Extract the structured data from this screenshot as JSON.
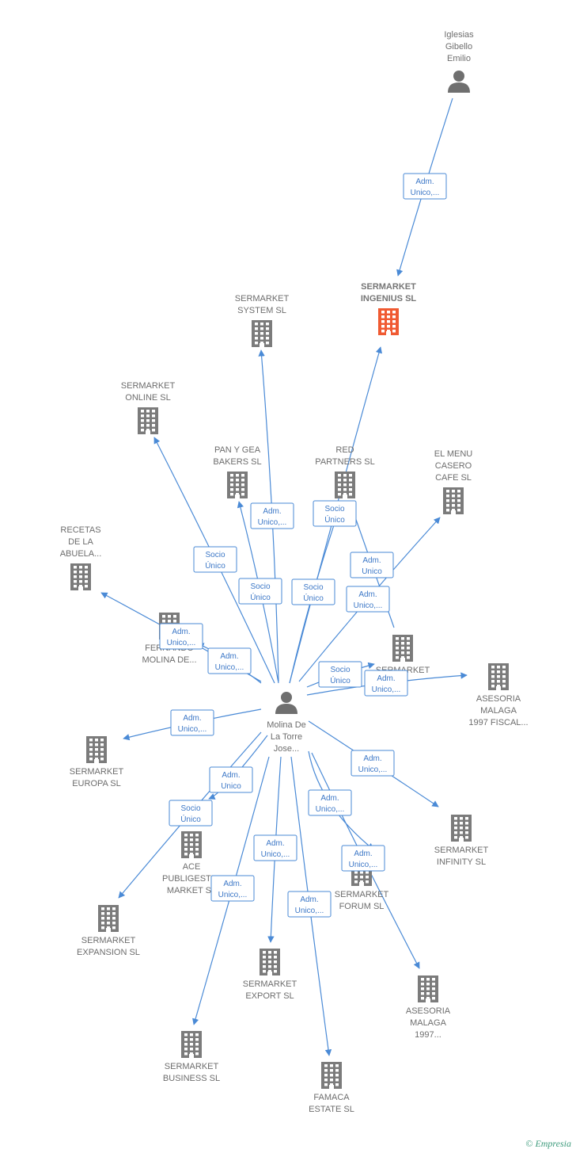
{
  "colors": {
    "edge": "#4a8ad6",
    "building": "#7b7b7b",
    "highlight": "#f05a32",
    "person": "#6f6f6f"
  },
  "nodes": [
    {
      "id": "iglesias",
      "type": "person",
      "label": [
        "Iglesias",
        "Gibello",
        "Emilio"
      ]
    },
    {
      "id": "ingenius",
      "type": "company",
      "highlight": true,
      "bold": true,
      "label": [
        "SERMARKET",
        "INGENIUS  SL"
      ]
    },
    {
      "id": "system",
      "type": "company",
      "label": [
        "SERMARKET",
        "SYSTEM  SL"
      ]
    },
    {
      "id": "online",
      "type": "company",
      "label": [
        "SERMARKET",
        "ONLINE  SL"
      ]
    },
    {
      "id": "pangea",
      "type": "company",
      "label": [
        "PAN Y GEA",
        "BAKERS  SL"
      ]
    },
    {
      "id": "red",
      "type": "company",
      "label": [
        "RED",
        "PARTNERS  SL"
      ]
    },
    {
      "id": "menu",
      "type": "company",
      "label": [
        "EL MENU",
        "CASERO",
        "CAFE  SL"
      ]
    },
    {
      "id": "recetas",
      "type": "company",
      "label": [
        "RECETAS",
        "DE LA",
        "ABUELA..."
      ]
    },
    {
      "id": "fernando",
      "type": "company",
      "label": [
        "FERNANDO",
        "MOLINA DE..."
      ]
    },
    {
      "id": "smk_sl",
      "type": "company",
      "label": [
        "SERMARKET",
        "SL"
      ]
    },
    {
      "id": "asesoria_fiscal",
      "type": "company",
      "label": [
        "ASESORIA",
        "MALAGA",
        "1997 FISCAL..."
      ]
    },
    {
      "id": "molina",
      "type": "person",
      "label": [
        "Molina De",
        "La Torre",
        "Jose..."
      ]
    },
    {
      "id": "europa",
      "type": "company",
      "label": [
        "SERMARKET",
        "EUROPA  SL"
      ]
    },
    {
      "id": "infinity",
      "type": "company",
      "label": [
        "SERMARKET",
        "INFINITY  SL"
      ]
    },
    {
      "id": "ace",
      "type": "company",
      "label": [
        "ACE",
        "PUBLIGESTI...",
        "MARKET  SL"
      ]
    },
    {
      "id": "forum",
      "type": "company",
      "label": [
        "SERMARKET",
        "FORUM  SL"
      ]
    },
    {
      "id": "expansion",
      "type": "company",
      "label": [
        "SERMARKET",
        "EXPANSION  SL"
      ]
    },
    {
      "id": "export",
      "type": "company",
      "label": [
        "SERMARKET",
        "EXPORT  SL"
      ]
    },
    {
      "id": "asesoria",
      "type": "company",
      "label": [
        "ASESORIA",
        "MALAGA",
        "1997..."
      ]
    },
    {
      "id": "business",
      "type": "company",
      "label": [
        "SERMARKET",
        "BUSINESS  SL"
      ]
    },
    {
      "id": "famaca",
      "type": "company",
      "label": [
        "FAMACA",
        "ESTATE  SL"
      ]
    }
  ],
  "edges": [
    {
      "from": "iglesias",
      "to": "ingenius",
      "label": [
        "Adm.",
        "Unico,..."
      ]
    },
    {
      "from": "molina",
      "to": "ingenius",
      "label": [
        "Socio",
        "Único"
      ]
    },
    {
      "from": "molina",
      "to": "system",
      "label": [
        "Adm.",
        "Unico,..."
      ]
    },
    {
      "from": "molina",
      "to": "online",
      "label": [
        "Socio",
        "Único"
      ]
    },
    {
      "from": "molina",
      "to": "pangea",
      "label": [
        "Socio",
        "Único"
      ]
    },
    {
      "from": "molina",
      "to": "red",
      "label": [
        "Socio",
        "Único"
      ]
    },
    {
      "from": "molina",
      "to": "red",
      "label": [
        "Adm.",
        "Unico"
      ]
    },
    {
      "from": "molina",
      "to": "menu",
      "label": [
        "Adm.",
        "Unico,..."
      ]
    },
    {
      "from": "molina",
      "to": "recetas",
      "label": [
        "Adm.",
        "Unico,..."
      ]
    },
    {
      "from": "molina",
      "to": "fernando",
      "label": [
        "Adm.",
        "Unico,..."
      ]
    },
    {
      "from": "molina",
      "to": "smk_sl",
      "label": [
        "Socio",
        "Único"
      ]
    },
    {
      "from": "molina",
      "to": "asesoria_fiscal",
      "label": [
        "Adm.",
        "Unico,..."
      ]
    },
    {
      "from": "molina",
      "to": "europa",
      "label": [
        "Adm.",
        "Unico,..."
      ]
    },
    {
      "from": "molina",
      "to": "infinity",
      "label": [
        "Adm.",
        "Unico,..."
      ]
    },
    {
      "from": "molina",
      "to": "ace",
      "label": [
        "Adm.",
        "Unico"
      ]
    },
    {
      "from": "molina",
      "to": "forum",
      "label": [
        "Adm.",
        "Unico,..."
      ]
    },
    {
      "from": "molina",
      "to": "expansion",
      "label": [
        "Socio",
        "Único"
      ]
    },
    {
      "from": "molina",
      "to": "export",
      "label": [
        "Adm.",
        "Unico,..."
      ]
    },
    {
      "from": "molina",
      "to": "asesoria",
      "label": [
        "Adm.",
        "Unico,..."
      ]
    },
    {
      "from": "molina",
      "to": "business",
      "label": [
        "Adm.",
        "Unico,..."
      ]
    },
    {
      "from": "molina",
      "to": "famaca",
      "label": [
        "Adm.",
        "Unico,..."
      ]
    }
  ],
  "footer": {
    "copyright": "©",
    "brand": "Empresia"
  }
}
